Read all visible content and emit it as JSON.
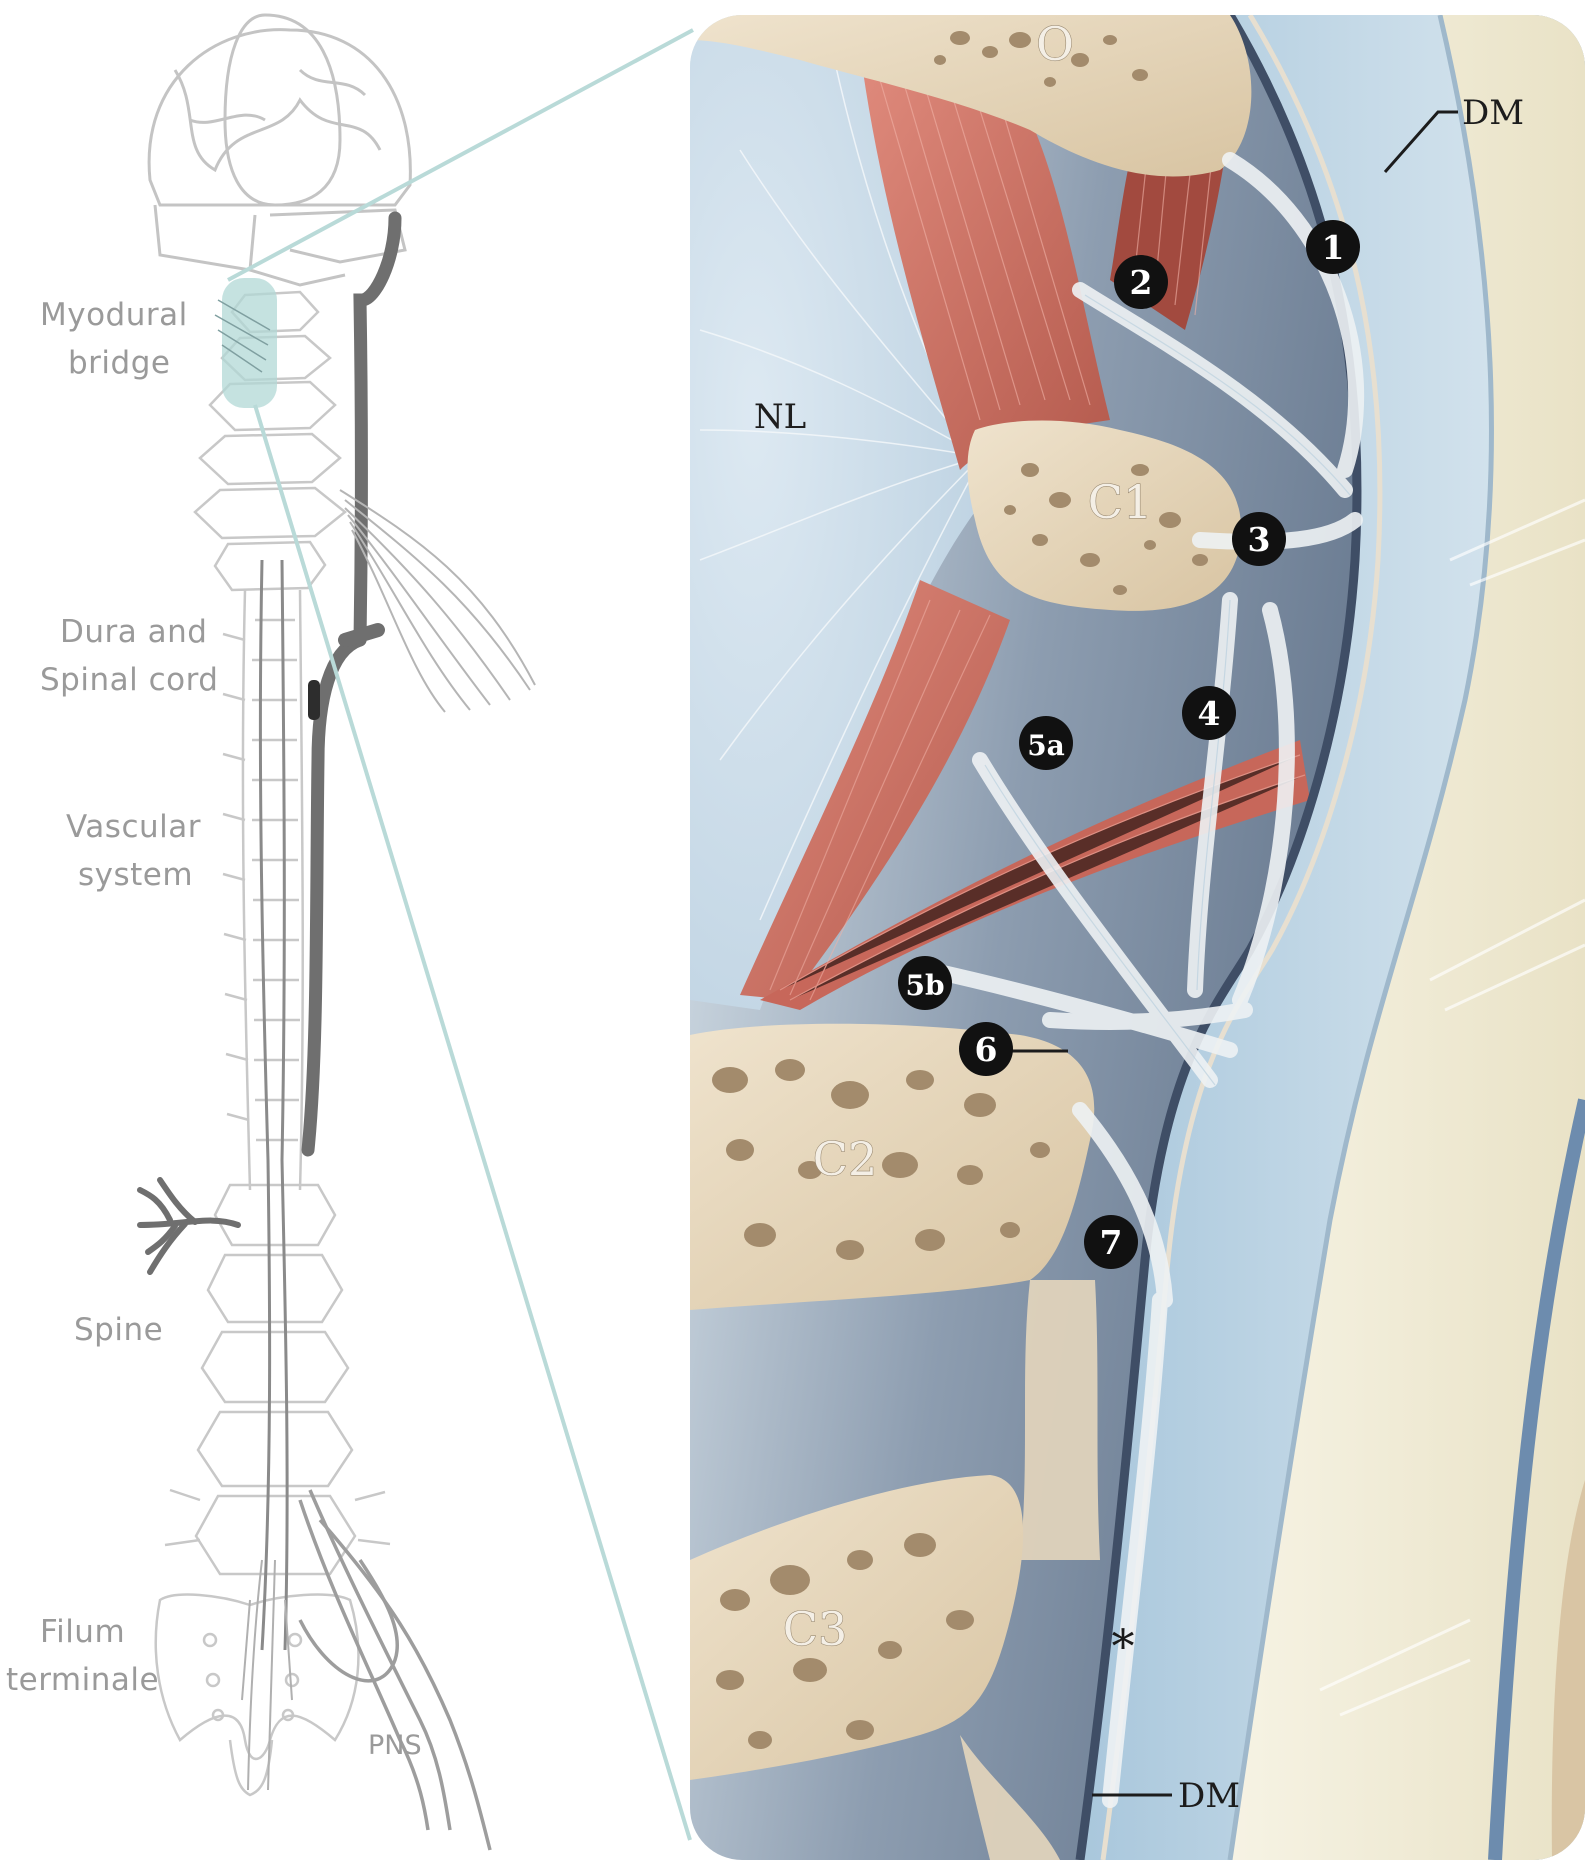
{
  "left_labels": {
    "myodural_line1": "Myodural",
    "myodural_line2": "bridge",
    "dura_line1": "Dura and",
    "dura_line2": "Spinal cord",
    "vascular_line1": "Vascular",
    "vascular_line2": "system",
    "spine": "Spine",
    "filum_line1": "Filum",
    "filum_line2": "terminale",
    "pns": "PNS"
  },
  "detail_labels": {
    "occiput": "O",
    "c1": "C1",
    "c2": "C2",
    "c3": "C3",
    "nuchal_ligament": "NL",
    "dura_top": "DM",
    "dura_bottom": "DM",
    "asterisk": "*"
  },
  "markers": {
    "m1": "1",
    "m2": "2",
    "m3": "3",
    "m4": "4",
    "m5a": "5a",
    "m5b": "5b",
    "m6": "6",
    "m7": "7"
  },
  "colors": {
    "label_gray": "#9a9a9a",
    "line_gray": "#c4c4c4",
    "vessel_gray": "#6f6f6f",
    "callout_teal": "#b9dad8",
    "highlight_teal": "#b2d8d6",
    "bone": "#e6d6bd",
    "bone_pore": "#a38b6c",
    "muscle": "#d0776a",
    "dura_blue": "#8eb4cf",
    "cord": "#f1eedc",
    "ligament": "#e9ecee",
    "marker_fill": "#111111"
  }
}
